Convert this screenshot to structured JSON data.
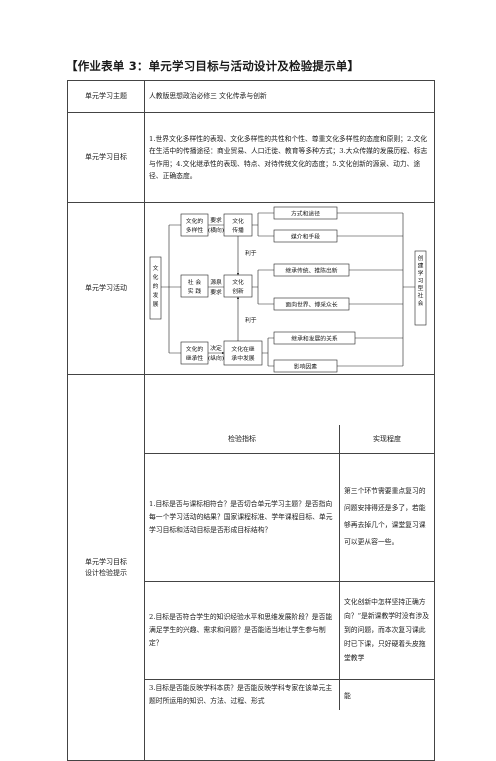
{
  "title": "【作业表单 3：单元学习目标与活动设计及检验提示单】",
  "rows": {
    "topic": {
      "label": "单元学习主题",
      "value": "人教版思想政治必修三 文化传承与创新"
    },
    "goal": {
      "label": "单元学习目标",
      "value": "1.世界文化多样性的表现、文化多样性的共性和个性、尊重文化多样性的态度和原则；2.文化在生活中的传播途径：商业贸易、人口迁徙、教育等多种方式；3.大众传媒的发展历程、标志与作用；4.文化继承性的表现、特点、对待传统文化的态度；5.文化创新的源泉、动力、途径、正确态度。"
    },
    "activity": {
      "label": "单元学习活动"
    },
    "check": {
      "label_line1": "单元学习目标",
      "label_line2": "设计检验提示",
      "header_indicator": "检验指标",
      "header_degree": "实现程度",
      "items": [
        {
          "indicator": "1.目标是否与课标相符合？是否切合单元学习主题？是否指向每一个学习活动的结果？国家课程标准、学年课程目标、单元学习目标和活动目标是否形成目标结构？",
          "degree": "第三个环节需要重点复习的问题安排得还是多了，若能够再去掉几个，课堂复习课可以更从容一些。"
        },
        {
          "indicator": "2.目标是否符合学生的知识经验水平和思维发展阶段？是否能满足学生的兴趣、需求和问题？是否能适当地让学生参与制定？",
          "degree": "文化创新中怎样坚持正确方向？”是新课教学时没有涉及到的问题，而本次复习课此时已下课，只好硬着头皮拖堂教学"
        },
        {
          "indicator": "3.目标是否能反映学科本质？是否能反映学科专家在该单元主题时所运用的知识、方法、过程、形式",
          "degree": "能"
        }
      ]
    }
  },
  "diagram": {
    "left": "文化的发展",
    "right": "创建学习型社会",
    "n1": [
      "文化的",
      "多样性"
    ],
    "n2": [
      "社  会",
      "实  践"
    ],
    "n3": [
      "文化的",
      "继承性"
    ],
    "c1": [
      "文化",
      "传播"
    ],
    "c2": [
      "文化",
      "创新"
    ],
    "c3": [
      "文化在继",
      "承中发展"
    ],
    "l1": [
      "要求",
      "(横向)"
    ],
    "l2a": "源泉",
    "l2b": "要求",
    "l3": [
      "决定",
      "(纵向)"
    ],
    "lizyu_top": "利于",
    "lizyu_bottom": "利于",
    "r1": "方式和途径",
    "r2": "媒介和手段",
    "r3": "继承传统、推陈出新",
    "r4": "面向世界、博采众长",
    "r5": "继承和发展的关系",
    "r6": "影响因素"
  }
}
